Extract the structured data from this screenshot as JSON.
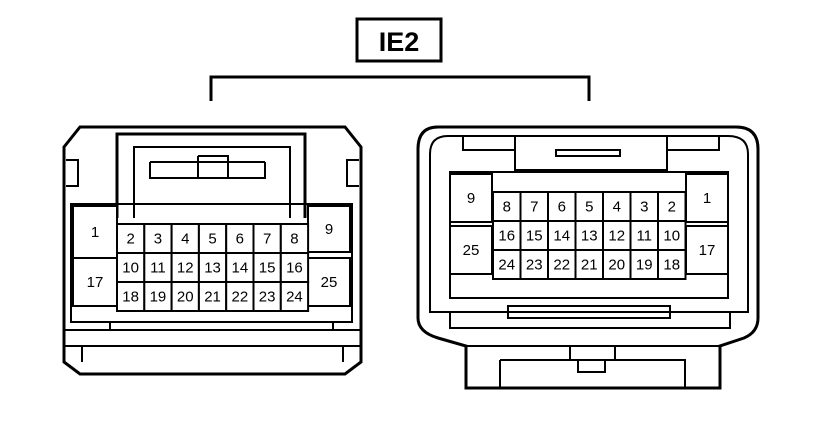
{
  "connector": {
    "label": "IE2"
  },
  "male_connector": {
    "left_pins": [
      "1",
      "17"
    ],
    "right_pins": [
      "9",
      "25"
    ],
    "rows": [
      [
        "2",
        "3",
        "4",
        "5",
        "6",
        "7",
        "8"
      ],
      [
        "10",
        "11",
        "12",
        "13",
        "14",
        "15",
        "16"
      ],
      [
        "18",
        "19",
        "20",
        "21",
        "22",
        "23",
        "24"
      ]
    ]
  },
  "female_connector": {
    "left_pins": [
      "9",
      "25"
    ],
    "right_pins": [
      "1",
      "17"
    ],
    "rows": [
      [
        "8",
        "7",
        "6",
        "5",
        "4",
        "3",
        "2"
      ],
      [
        "16",
        "15",
        "14",
        "13",
        "12",
        "11",
        "10"
      ],
      [
        "24",
        "23",
        "22",
        "21",
        "20",
        "19",
        "18"
      ]
    ]
  },
  "colors": {
    "stroke": "#000000",
    "fill": "#ffffff"
  }
}
